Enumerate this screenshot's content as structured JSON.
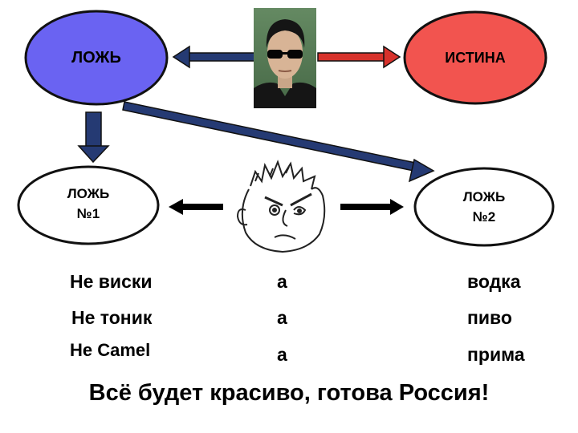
{
  "nodes": {
    "lie": "ЛОЖЬ",
    "truth": "ИСТИНА",
    "lie1": {
      "title": "ЛОЖЬ",
      "num": "№1"
    },
    "lie2": {
      "title": "ЛОЖЬ",
      "num": "№2"
    }
  },
  "rows": [
    {
      "left": "Не виски",
      "mid": "а",
      "right": "водка"
    },
    {
      "left": "Не тоник",
      "mid": "а",
      "right": "пиво"
    },
    {
      "left": "Не Camel",
      "mid": "а",
      "right": "прима"
    }
  ],
  "slogan": "Всё будет красиво, готова Россия!",
  "colors": {
    "lie_fill": "#6a63f2",
    "truth_fill": "#f2544f",
    "arrow_blue": "#253a73",
    "arrow_red": "#d7322c",
    "neo_bg": "#557a55"
  }
}
